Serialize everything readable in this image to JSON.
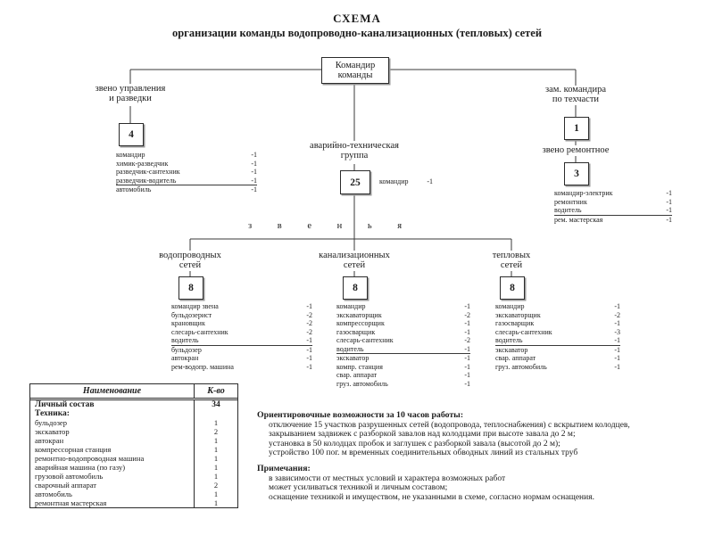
{
  "title": {
    "line1": "СХЕМА",
    "line2": "организации команды водопроводно-канализационных (тепловых) сетей"
  },
  "commander": {
    "line1": "Командир",
    "line2": "команды"
  },
  "left_unit": {
    "line1": "звено управления",
    "line2": "и разведки",
    "count": "4",
    "staff": [
      {
        "name": "командир",
        "count": "-1"
      },
      {
        "name": "химик-разведчик",
        "count": "-1"
      },
      {
        "name": "разведчик-сантехник",
        "count": "-1"
      },
      {
        "name": "разведчик-водитель",
        "count": "-1",
        "sep": true
      },
      {
        "name": "автомобиль",
        "count": "-1"
      }
    ]
  },
  "deputy": {
    "line1": "зам. командира",
    "line2": "по техчасти",
    "count": "1"
  },
  "repair_unit": {
    "name": "звено ремонтное",
    "count": "3",
    "staff": [
      {
        "name": "командир-электрик",
        "count": "-1"
      },
      {
        "name": "ремонтник",
        "count": "-1"
      },
      {
        "name": "водитель",
        "count": "-1",
        "sep": true
      },
      {
        "name": "рем. мастерская",
        "count": "-1"
      }
    ]
  },
  "emergency_group": {
    "line1": "аварийно-техническая",
    "line2": "группа",
    "count": "25",
    "aside": {
      "name": "командир",
      "count": "-1"
    }
  },
  "links_label": "з в е н ь я",
  "units": [
    {
      "line1": "водопроводных",
      "line2": "сетей",
      "count": "8",
      "staff": [
        {
          "name": "командир звена",
          "count": "-1"
        },
        {
          "name": "бульдозерист",
          "count": "-2"
        },
        {
          "name": "крановщик",
          "count": "-2"
        },
        {
          "name": "слесарь-сантехник",
          "count": "-2"
        },
        {
          "name": "водитель",
          "count": "-1",
          "sep": true
        },
        {
          "name": "бульдозер",
          "count": "-1"
        },
        {
          "name": "автокран",
          "count": "-1"
        },
        {
          "name": "рем-водопр. машина",
          "count": "-1"
        }
      ]
    },
    {
      "line1": "канализационных",
      "line2": "сетей",
      "count": "8",
      "staff": [
        {
          "name": "командир",
          "count": "-1"
        },
        {
          "name": "экскаваторщик",
          "count": "-2"
        },
        {
          "name": "компрессорщик",
          "count": "-1"
        },
        {
          "name": "газосварщик",
          "count": "-1"
        },
        {
          "name": "слесарь-сантехник",
          "count": "-2"
        },
        {
          "name": "водитель",
          "count": "-1",
          "sep": true
        },
        {
          "name": "экскаватор",
          "count": "-1"
        },
        {
          "name": "компр. станция",
          "count": "-1"
        },
        {
          "name": "свар. аппарат",
          "count": "-1"
        },
        {
          "name": "груз. автомобиль",
          "count": "-1"
        }
      ]
    },
    {
      "line1": "тепловых",
      "line2": "сетей",
      "count": "8",
      "staff": [
        {
          "name": "командир",
          "count": "-1"
        },
        {
          "name": "экскаваторщик",
          "count": "-2"
        },
        {
          "name": "газосварщик",
          "count": "-1"
        },
        {
          "name": "слесарь-сантехник",
          "count": "-3"
        },
        {
          "name": "водитель",
          "count": "-1",
          "sep": true
        },
        {
          "name": "экскаватор",
          "count": "-1"
        },
        {
          "name": "свар. аппарат",
          "count": "-1"
        },
        {
          "name": "груз. автомобиль",
          "count": "-1"
        }
      ]
    }
  ],
  "table": {
    "col_name": "Наименование",
    "col_count": "К-во",
    "rows": [
      {
        "name": "Личный состав",
        "count": "34",
        "bold": true
      },
      {
        "name": "Техника:",
        "count": "",
        "bold": true
      },
      {
        "name": "бульдозер",
        "count": "1"
      },
      {
        "name": "экскаватор",
        "count": "2"
      },
      {
        "name": "автокран",
        "count": "1"
      },
      {
        "name": "компрессорная станция",
        "count": "1"
      },
      {
        "name": "ремонтно-водопроводная машина",
        "count": "1"
      },
      {
        "name": "аварийная машина (по газу)",
        "count": "1"
      },
      {
        "name": "грузовой автомобиль",
        "count": "1"
      },
      {
        "name": "сварочный аппарат",
        "count": "2"
      },
      {
        "name": "автомобиль",
        "count": "1"
      },
      {
        "name": "ремонтная мастерская",
        "count": "1"
      }
    ]
  },
  "capabilities": {
    "heading": "Ориентировочные возможности за 10 часов работы:",
    "lines": [
      "отключение 15 участков разрушенных сетей (водопровода, теплоснабжения) с вскрытием колодцев,",
      "закрыванием задвижек с разборкой завалов над колодцами при высоте завала до 2 м;",
      "установка в 50 колодцах пробок и заглушек с разборкой завала (высотой до 2 м);",
      "устройство 100 пог. м  временных соединительных обводных линий из стальных труб"
    ]
  },
  "notes": {
    "heading": "Примечания:",
    "lines": [
      "в зависимости от местных условий и характера возможных работ",
      "может усиливаться техникой и личным составом;",
      "оснащение техникой и имуществом, не указанными в схеме, согласно нормам оснащения."
    ]
  }
}
